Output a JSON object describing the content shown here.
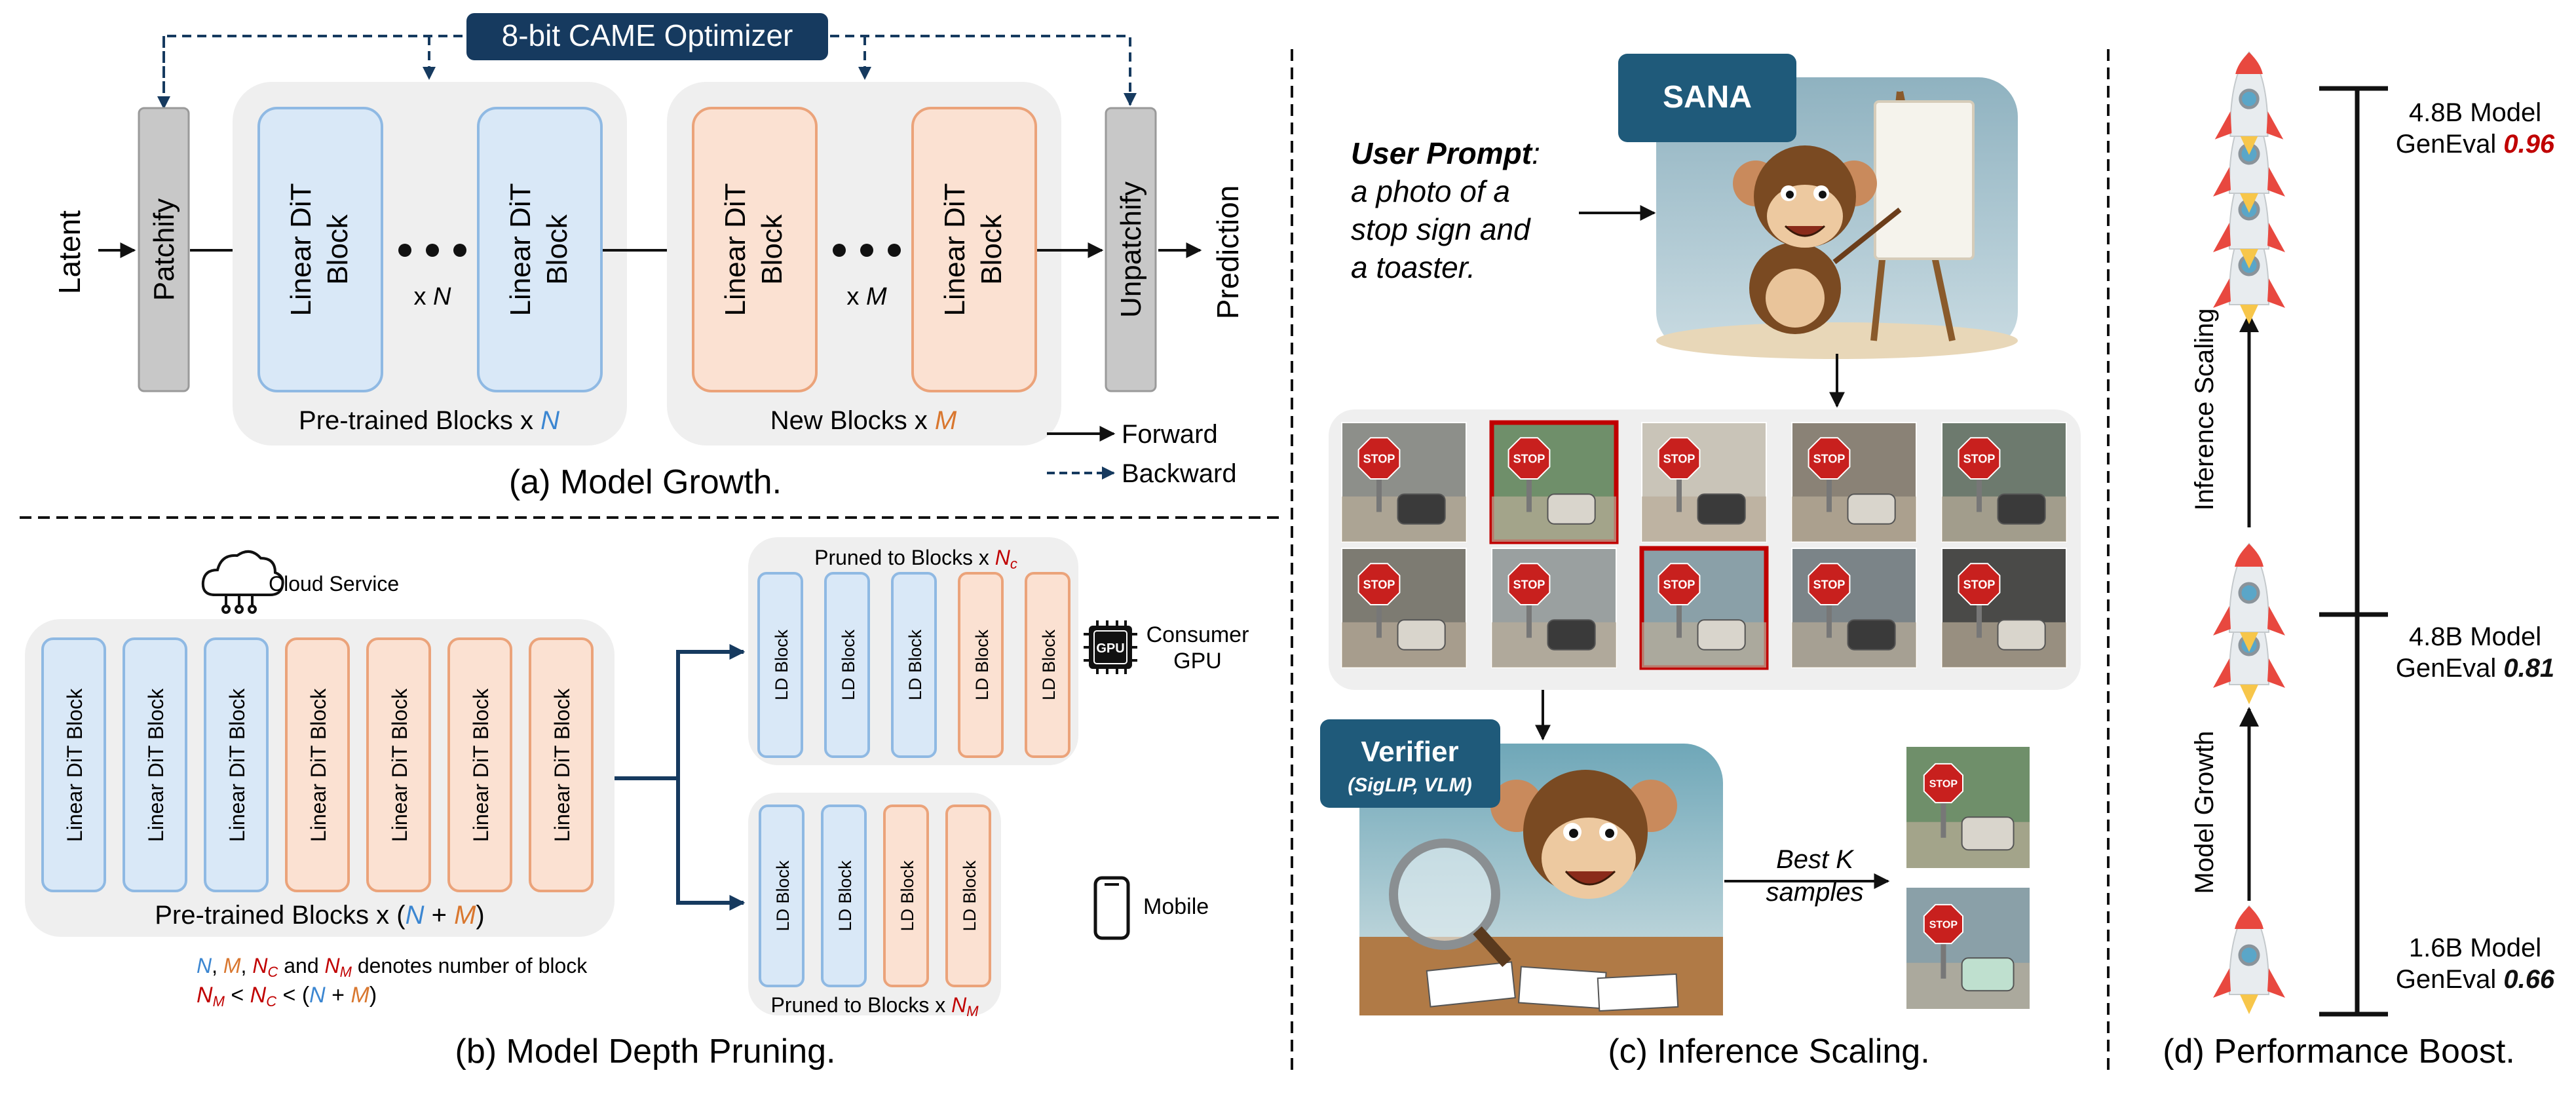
{
  "a": {
    "optimizer": "8-bit CAME Optimizer",
    "latent": "Latent",
    "patchify": "Patchify",
    "unpatchify": "Unpatchify",
    "prediction": "Prediction",
    "block_line1": "Linear DiT",
    "block_line2": "Block",
    "xN_prefix": "x ",
    "xN_var": "N",
    "xM_prefix": "x ",
    "xM_var": "M",
    "pretrained_prefix": "Pre-trained Blocks x ",
    "pretrained_var": "N",
    "new_prefix": "New Blocks x ",
    "new_var": "M",
    "forward": "Forward",
    "backward": "Backward",
    "caption": "(a) Model Growth."
  },
  "b": {
    "cloud": "Cloud Service",
    "block": "Linear DiT Block",
    "pretrained_prefix": "Pre-trained Blocks x (",
    "N": "N",
    "plus": " + ",
    "M": "M",
    "close": ")",
    "ld_block": "LD Block",
    "pruned_c_prefix": "Pruned to Blocks x ",
    "pruned_c_var": "N",
    "pruned_c_sub": "c",
    "consumer_line1": "Consumer",
    "consumer_line2": "GPU",
    "gpu_chip": "GPU",
    "mobile": "Mobile",
    "pruned_m_prefix": "Pruned to Blocks x ",
    "pruned_m_var": "N",
    "pruned_m_sub": "M",
    "note_line1": "N, M, N_C and N_M denotes number of block",
    "note_line2": "N_M < N_C < (N + M)",
    "caption": "(b) Model Depth Pruning."
  },
  "c": {
    "user_prompt_label": "User Prompt",
    "colon": ":",
    "prompt_lines": [
      "a photo of a",
      "stop sign and",
      "a toaster."
    ],
    "sana": "SANA",
    "verifier": "Verifier",
    "verifier_sub": "(SigLIP, VLM)",
    "stop": "STOP",
    "best_k_line1": "Best K",
    "best_k_line2": "samples",
    "caption": "(c) Inference Scaling."
  },
  "d": {
    "models": [
      {
        "line1": "4.8B Model",
        "prefix": "GenEval ",
        "score": "0.96"
      },
      {
        "line1": "4.8B Model",
        "prefix": "GenEval ",
        "score": "0.81"
      },
      {
        "line1": "1.6B Model",
        "prefix": "GenEval ",
        "score": "0.66"
      }
    ],
    "inference_scaling": "Inference Scaling",
    "model_growth": "Model Growth",
    "caption": "(d) Performance Boost."
  },
  "colors": {
    "blue_fill": "#d9e8f7",
    "blue_stroke": "#8fb9e3",
    "orange_fill": "#fbe1d2",
    "orange_stroke": "#eba37a",
    "gray_panel": "#efefef",
    "gray_block": "#c8c8c8",
    "navy": "#163a5f",
    "teal": "#1f5a7a",
    "blue_text": "#3b86d1",
    "orange_text": "#d9772f",
    "red_text": "#c00000"
  }
}
